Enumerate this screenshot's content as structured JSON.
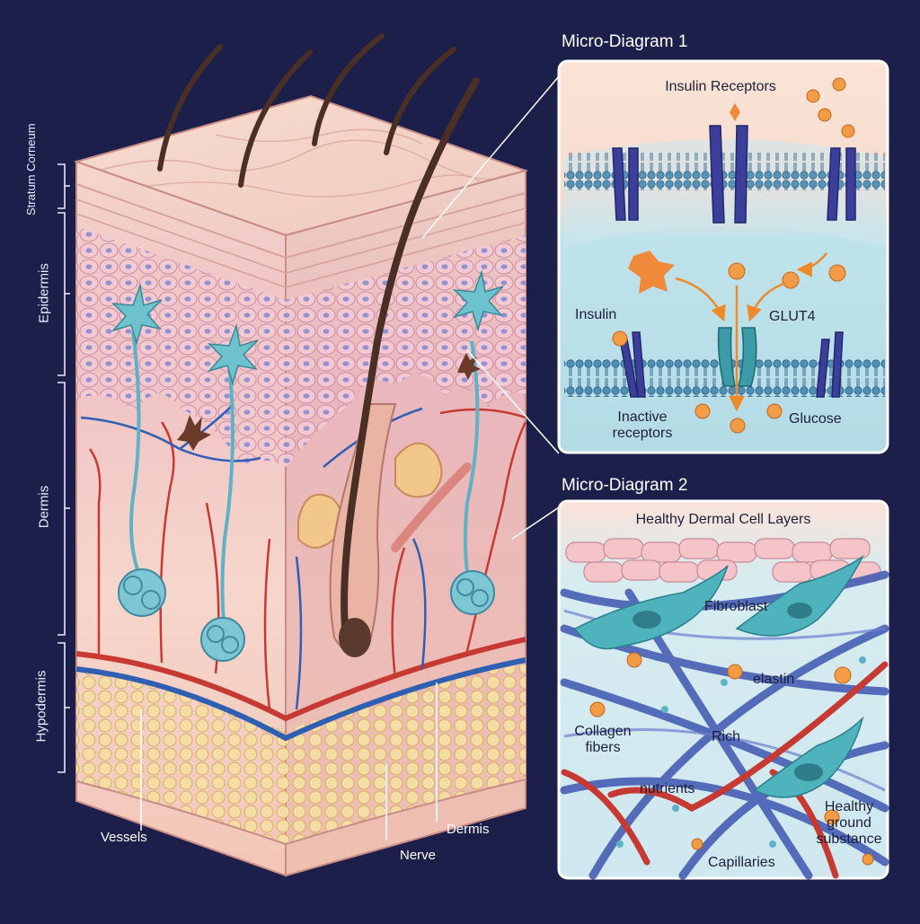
{
  "layers": {
    "stratum_corneum": "Stratum Corneum",
    "epidermis": "Epidermis",
    "dermis": "Dermis",
    "hypodermis": "Hypodermis"
  },
  "bottom_labels": {
    "vessels": "Vessels",
    "nerve": "Nerve",
    "dermis": "Dermis"
  },
  "micro1": {
    "heading": "Micro-Diagram 1",
    "title": "Insulin Receptors",
    "insulin": "Insulin",
    "glut4": "GLUT4",
    "inactive": "Inactive receptors",
    "glucose": "Glucose"
  },
  "micro2": {
    "heading": "Micro-Diagram 2",
    "title": "Healthy Dermal Cell Layers",
    "fibroblast": "Fibroblast",
    "elastin": "elastin",
    "collagen": "Collagen fibers",
    "rich": "Rich",
    "nutrients": "nutrients",
    "ground": "Healthy ground substance",
    "capillaries": "Capillaries"
  },
  "colors": {
    "background": "#1c1f4a",
    "skin": "#f4cbc0",
    "fat": "#f2d49a",
    "artery": "#c63a33",
    "vein": "#2f5fb3",
    "nerve": "#5fb2c6",
    "orange": "#f0953a"
  }
}
